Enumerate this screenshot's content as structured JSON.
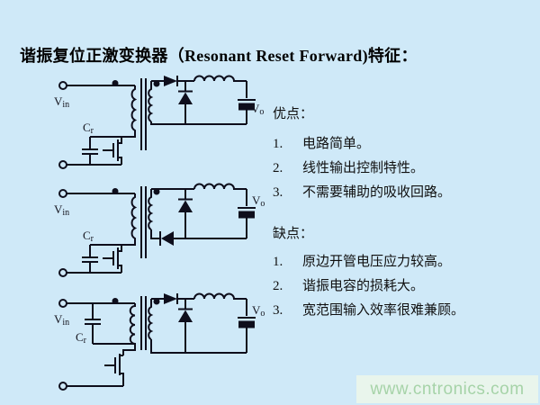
{
  "theme": {
    "bg": "#cfe9f8",
    "line": "#0e0e1c",
    "text": "#101010",
    "wm-band": "#e9f5ec",
    "wm-text": "#a6d3a8"
  },
  "title": "谐振复位正激变换器（Resonant Reset Forward)特征：",
  "schematics": {
    "labels": {
      "vin": {
        "main": "V",
        "sub": "in"
      },
      "cr": {
        "main": "C",
        "sub": "r"
      },
      "vo": {
        "main": "V",
        "sub": "o"
      }
    }
  },
  "advantages": {
    "heading": "优点：",
    "items": [
      {
        "num": "1.",
        "text": "电路简单。"
      },
      {
        "num": "2.",
        "text": "线性输出控制特性。"
      },
      {
        "num": "3.",
        "text": "不需要辅助的吸收回路。"
      }
    ]
  },
  "disadvantages": {
    "heading": "缺点：",
    "items": [
      {
        "num": "1.",
        "text": "原边开管电压应力较高。"
      },
      {
        "num": "2.",
        "text": "谐振电容的损耗大。"
      },
      {
        "num": "3.",
        "text": "宽范围输入效率很难兼顾。"
      }
    ]
  },
  "watermark": {
    "text": "www.cntronics.com"
  }
}
